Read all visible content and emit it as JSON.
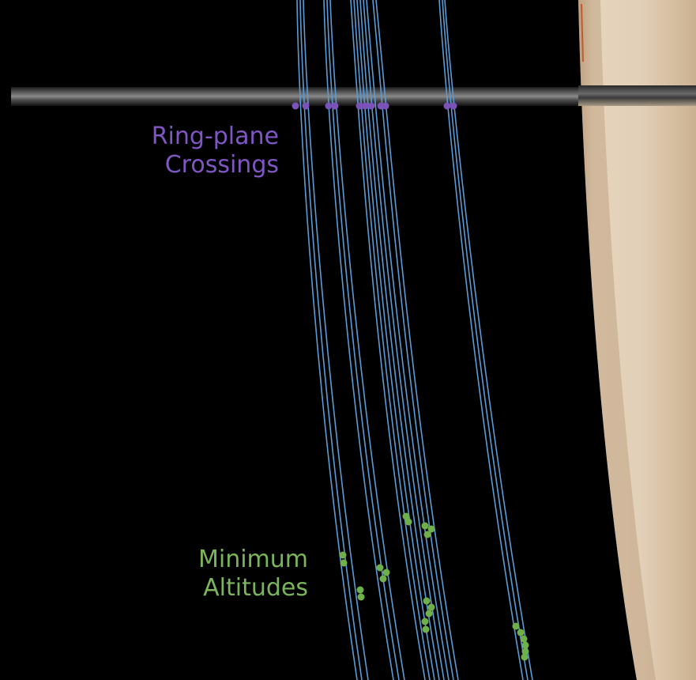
{
  "labels": {
    "ring_plane": {
      "line1": "Ring-plane",
      "line2": "Crossings"
    },
    "min_alt": {
      "line1": "Minimum",
      "line2": "Altitudes"
    }
  },
  "colors": {
    "background": "#000000",
    "orbit": "#5b9bd5",
    "ring_plane_marker": "#7a52b8",
    "ring_plane_text": "#7f56c2",
    "min_alt_marker": "#6fb04b",
    "min_alt_text": "#7ab55c",
    "planet_limb": "#d9c5a8"
  }
}
